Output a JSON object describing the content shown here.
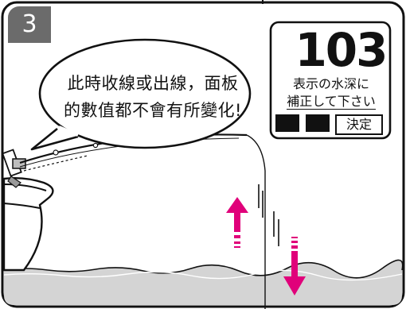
{
  "step": {
    "number": "3"
  },
  "speech_bubble": {
    "line1": "此時收線或出線，面板",
    "line2": "的數值都不會有所變化!"
  },
  "display_panel": {
    "value": "103",
    "message_line1": "表示の水深に",
    "message_line2": "補正して下さい",
    "confirm_label": "決定"
  },
  "colors": {
    "water": "#d4d4d4",
    "arrows": "#e0007a",
    "badge": "#6b6b6b"
  }
}
